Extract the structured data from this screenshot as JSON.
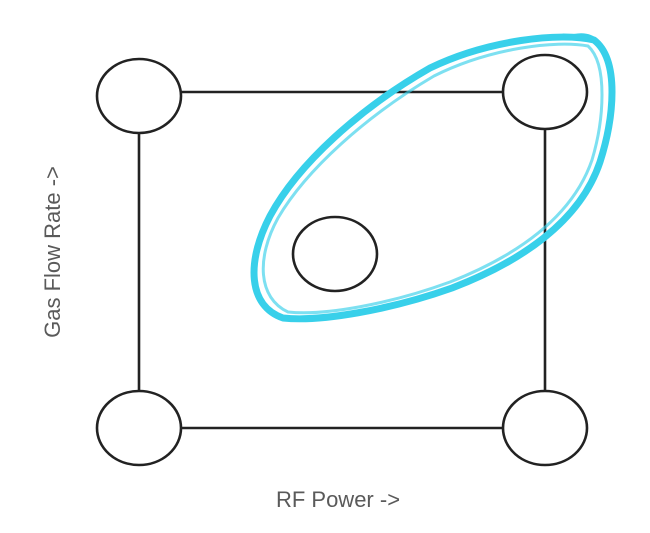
{
  "labels": {
    "x_axis": "RF Power ->",
    "y_axis": "Gas Flow Rate ->"
  },
  "nodes": [
    {
      "id": "corner-top-left"
    },
    {
      "id": "corner-top-right"
    },
    {
      "id": "corner-bottom-left"
    },
    {
      "id": "corner-bottom-right"
    },
    {
      "id": "center-point"
    }
  ],
  "colors": {
    "line": "#222222",
    "highlight": "#38d0ea",
    "label": "#5a5a5a",
    "background": "#ffffff"
  }
}
